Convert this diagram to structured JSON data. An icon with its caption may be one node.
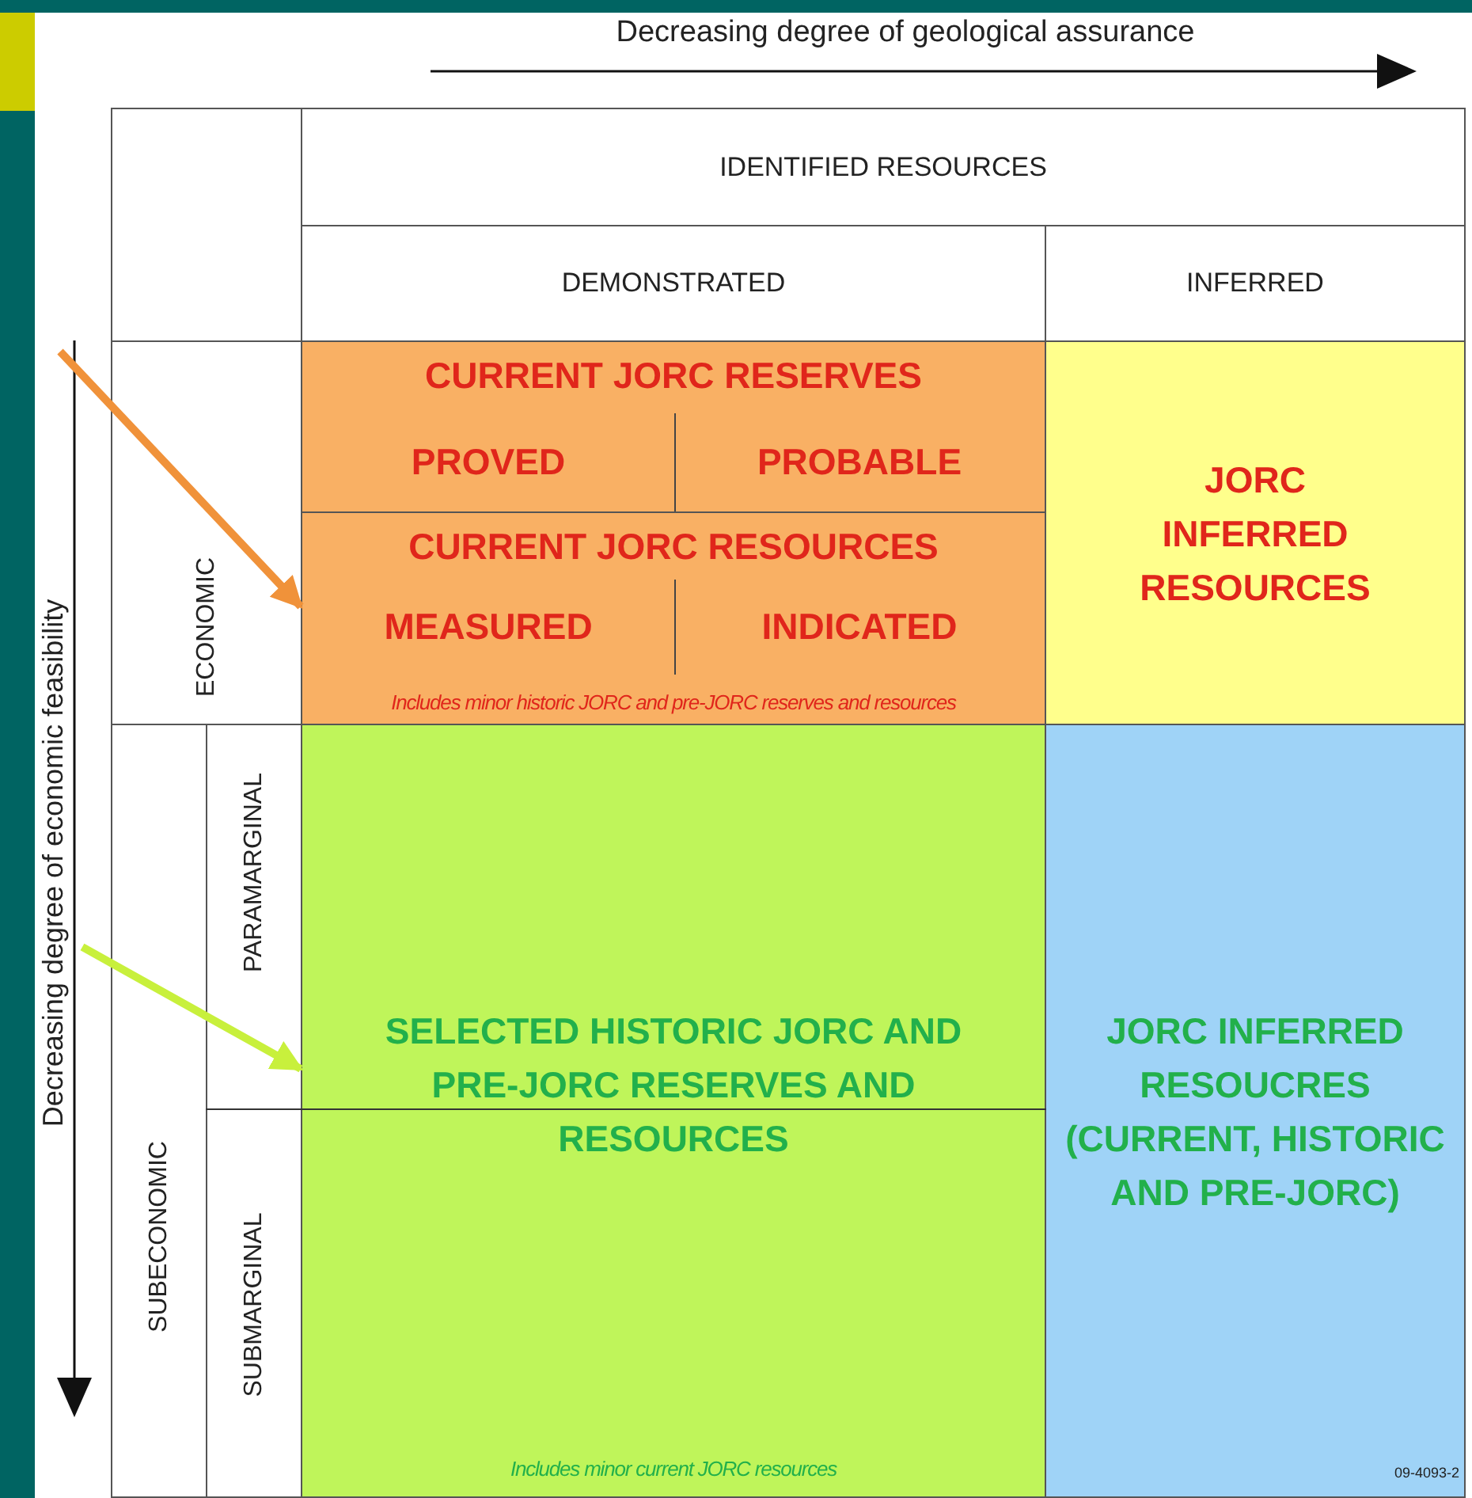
{
  "diagram": {
    "nodes": [
      {
        "text": [
          "IDENTIFIED RESOURCES"
        ]
      },
      {
        "text": [
          "DEMONSTRATED"
        ]
      },
      {
        "text": [
          "INFERRED"
        ]
      },
      {
        "text": [
          "ECONOMIC"
        ]
      },
      {
        "text": [
          "CURRENT JORC RESERVES"
        ]
      },
      {
        "text": [
          "PROVED"
        ],
        "in": 4
      },
      {
        "text": [
          "PROBABLE"
        ],
        "in": 4
      },
      {
        "text": [
          "CURRENT JORC RESOURCES",
          "Includes minor historic JORC and pre-JORC reserves and resources"
        ]
      },
      {
        "text": [
          "MEASURED"
        ],
        "in": 7
      },
      {
        "text": [
          "INDICATED"
        ],
        "in": 7
      },
      {
        "text": [
          "JORC INFERRED RESOURCES"
        ]
      },
      {
        "text": [
          "SUBECONOMIC"
        ]
      },
      {
        "text": [
          "PARAMARGINAL"
        ]
      },
      {
        "text": [
          "SUBMARGINAL"
        ]
      },
      {
        "text": [
          "SELECTED HISTORIC JORC AND PRE-JORC RESERVES AND RESOURCES",
          "Includes minor current JORC resources"
        ]
      },
      {
        "text": [
          "JORC INFERRED RESOUCRES (CURRENT, HISTORIC AND PRE-JORC)"
        ]
      }
    ],
    "edges": [
      {
        "from": null,
        "to": 7,
        "arrow": "to",
        "color": "#f0923a"
      },
      {
        "from": null,
        "to": 14,
        "arrow": "to",
        "color": "#c8f03c"
      }
    ],
    "labels": [
      "Decreasing degree of geological assurance",
      "Decreasing degree of economic feasibility",
      "09-4093-2"
    ]
  }
}
